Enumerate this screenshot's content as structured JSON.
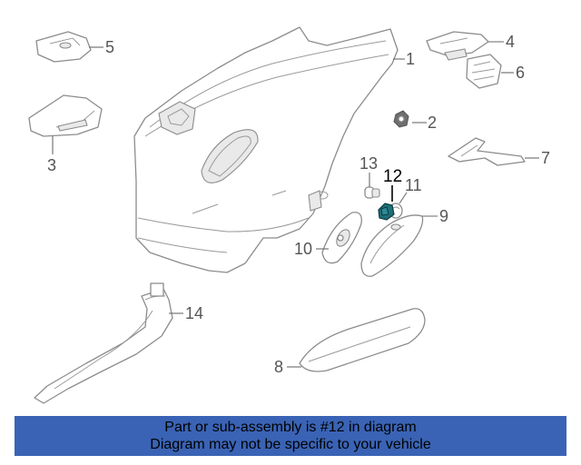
{
  "callouts": [
    {
      "num": "1"
    },
    {
      "num": "2"
    },
    {
      "num": "3"
    },
    {
      "num": "4"
    },
    {
      "num": "5"
    },
    {
      "num": "6"
    },
    {
      "num": "7"
    },
    {
      "num": "8"
    },
    {
      "num": "9"
    },
    {
      "num": "10"
    },
    {
      "num": "11"
    },
    {
      "num": "12"
    },
    {
      "num": "13"
    },
    {
      "num": "14"
    }
  ],
  "highlight": {
    "part_number": "12",
    "color": "#000000",
    "part_color": "#1f6f78"
  },
  "banner": {
    "line1": "Part or sub-assembly is #12 in diagram",
    "line2": "Diagram may not be specific to your vehicle",
    "background": "#3a63b5"
  }
}
